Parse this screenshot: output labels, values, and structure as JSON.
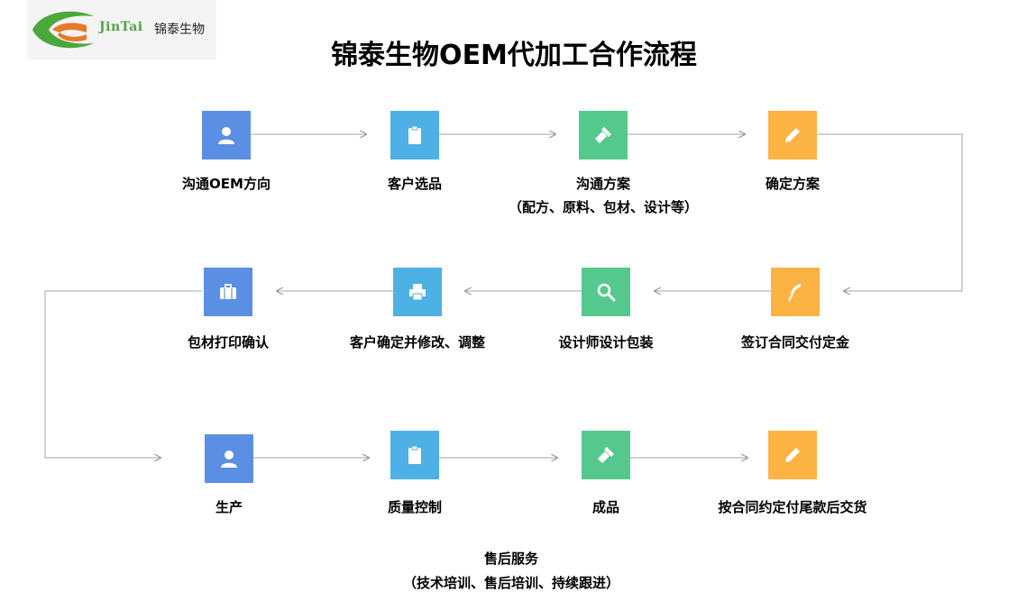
{
  "logo": {
    "name_en": "JinTai",
    "name_cn": "锦泰生物"
  },
  "title": "锦泰生物OEM代加工合作流程",
  "row1": [
    {
      "label": "沟通OEM方向",
      "sub": "",
      "icon": "user-icon",
      "color": "#5b8fe3"
    },
    {
      "label": "客户选品",
      "sub": "",
      "icon": "clipboard-icon",
      "color": "#4db1e6"
    },
    {
      "label": "沟通方案",
      "sub": "（配方、原料、包材、设计等）",
      "icon": "flashlight-icon",
      "color": "#55c98d"
    },
    {
      "label": "确定方案",
      "sub": "",
      "icon": "pencil-icon",
      "color": "#fbb444"
    }
  ],
  "row2": [
    {
      "label": "包材打印确认",
      "icon": "briefcase-icon",
      "color": "#5b8fe3"
    },
    {
      "label": "客户确定并修改、调整",
      "icon": "printer-icon",
      "color": "#4db1e6"
    },
    {
      "label": "设计师设计包装",
      "icon": "search-icon",
      "color": "#55c98d"
    },
    {
      "label": "签订合同交付定金",
      "icon": "quill-icon",
      "color": "#fbb444"
    }
  ],
  "row3": [
    {
      "label": "生产",
      "icon": "user-icon",
      "color": "#5b8fe3"
    },
    {
      "label": "质量控制",
      "icon": "clipboard-icon",
      "color": "#4db1e6"
    },
    {
      "label": "成品",
      "icon": "flashlight-icon",
      "color": "#55c98d"
    },
    {
      "label": "按合同约定付尾款后交货",
      "icon": "pencil-icon",
      "color": "#fbb444"
    }
  ],
  "after_sales": {
    "label": "售后服务",
    "sub": "（技术培训、售后培训、持续跟进）"
  }
}
